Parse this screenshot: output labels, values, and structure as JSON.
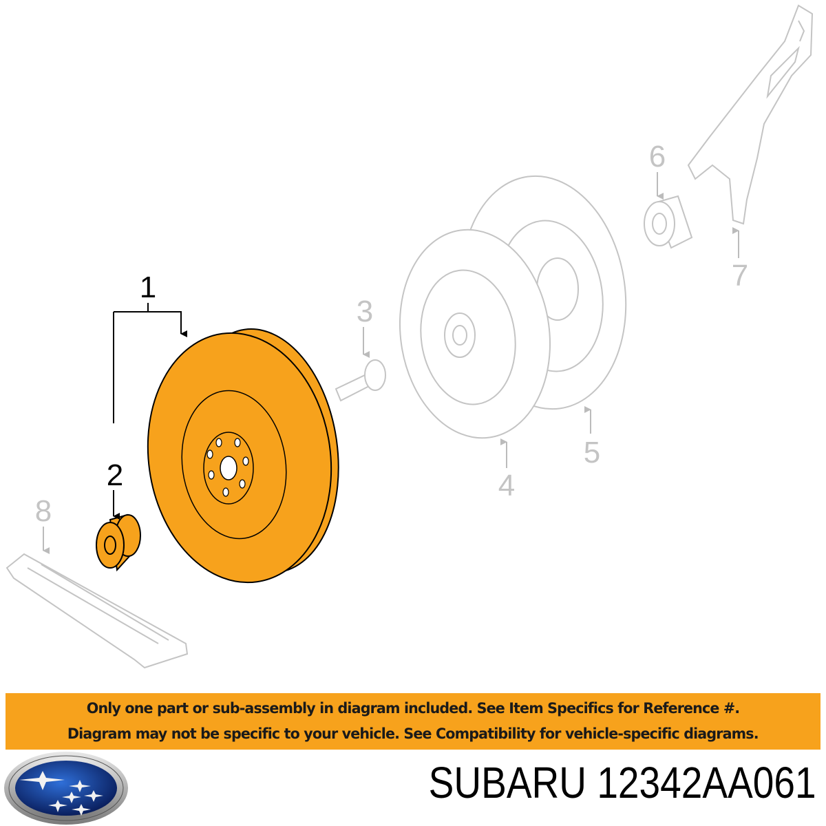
{
  "callouts": {
    "c1": "1",
    "c2": "2",
    "c3": "3",
    "c4": "4",
    "c5": "5",
    "c6": "6",
    "c7": "7",
    "c8": "8"
  },
  "highlight_color": "#f7a21c",
  "notice": {
    "line1": "Only one part or sub-assembly in diagram included. See Item Specifics for Reference #.",
    "line2": "Diagram may not be specific to your vehicle. See Compatibility for vehicle-specific diagrams."
  },
  "brand": {
    "logo": "subaru-logo",
    "title": "SUBARU 12342AA061"
  }
}
